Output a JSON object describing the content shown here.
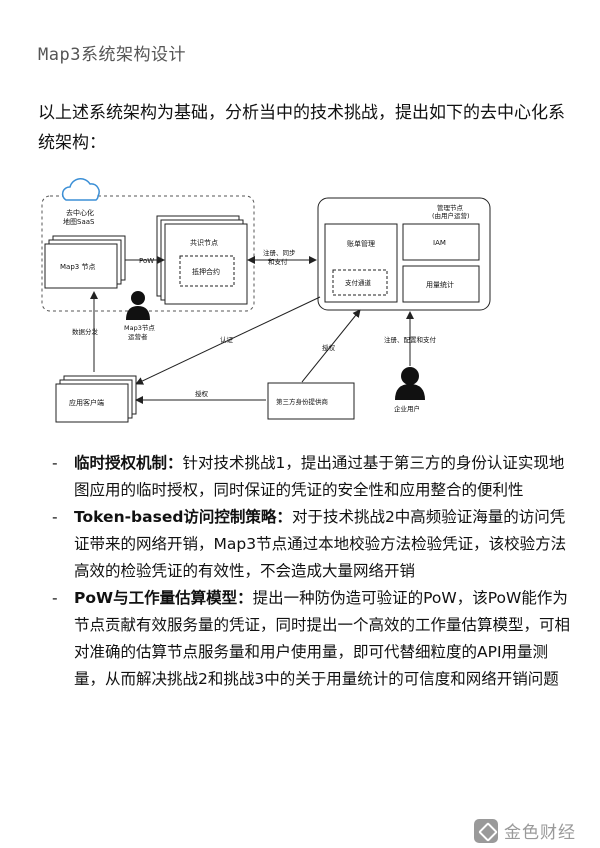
{
  "title": "Map3系统架构设计",
  "intro": "以上述系统架构为基础，分析当中的技术挑战，提出如下的去中心化系统架构：",
  "diagram": {
    "saas_label_1": "去中心化",
    "saas_label_2": "地图SaaS",
    "map3_node": "Map3 节点",
    "consensus_node": "共识节点",
    "staking_contract": "抵押合约",
    "pow": "PoW",
    "register_1": "注册、同步",
    "register_2": "和支付",
    "operator_1": "Map3节点",
    "operator_2": "运营者",
    "mgmt_1": "管理节点",
    "mgmt_2": "(由用户运营)",
    "billing": "账单管理",
    "payment_channel": "支付通道",
    "iam": "IAM",
    "usage_stats": "用量统计",
    "data_dist": "数据分发",
    "auth": "认证",
    "authorize_1": "授权",
    "reg_config_pay": "注册、配置和支付",
    "app_client": "应用客户端",
    "authorize_2": "授权",
    "third_party": "第三方身份提供商",
    "enterprise_user": "企业用户"
  },
  "bullets": [
    {
      "label": "临时授权机制：",
      "text": "针对技术挑战1，提出通过基于第三方的身份认证实现地图应用的临时授权，同时保证的凭证的安全性和应用整合的便利性"
    },
    {
      "label": "Token-based访问控制策略：",
      "text": "对于技术挑战2中高频验证海量的访问凭证带来的网络开销，Map3节点通过本地校验方法检验凭证，该校验方法高效的检验凭证的有效性，不会造成大量网络开销"
    },
    {
      "label": "PoW与工作量估算模型：",
      "text": "提出一种防伪造可验证的PoW，该PoW能作为节点贡献有效服务量的凭证，同时提出一个高效的工作量估算模型，可相对准确的估算节点服务量和用户使用量，即可代替细粒度的API用量测量，从而解决挑战2和挑战3中的关于用量统计的可信度和网络开销问题"
    }
  ],
  "watermark": "金色财经",
  "colors": {
    "cloud": "#3b8fd6",
    "line": "#222222",
    "text": "#111111",
    "title": "#555555",
    "watermark": "#9a9a9a"
  }
}
